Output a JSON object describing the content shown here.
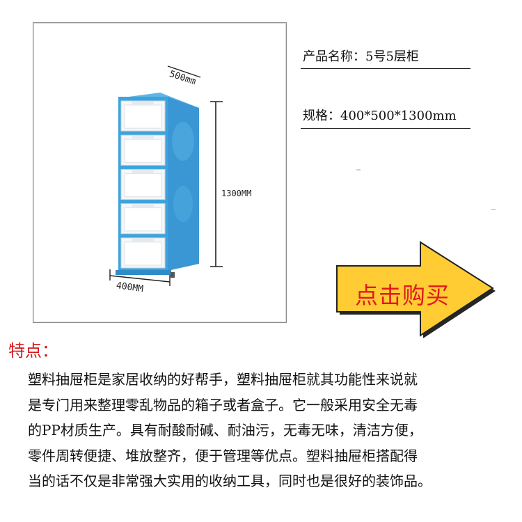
{
  "product": {
    "name_line": "产品名称：5号5层柜",
    "spec_line": "规格：400*500*1300mm"
  },
  "dimensions": {
    "depth": "500mm",
    "height": "1300MM",
    "width": "400MM"
  },
  "buy_button": {
    "label": "点击购买",
    "fill": "#ffcc33",
    "text_color": "#e0191e"
  },
  "cabinet": {
    "drawer_count": 5,
    "frame_color": "#3ea3dc",
    "drawer_color": "#f4f6f8"
  },
  "features": {
    "title": "特点：",
    "lines": [
      "塑料抽屉柜是家居收纳的好帮手，塑料抽屉柜就其功能性来说就",
      "是专门用来整理零乱物品的箱子或者盒子。它一般采用安全无毒",
      "的PP材质生产。具有耐酸耐碱、耐油污，无毒无味，清洁方便，",
      "零件周转便捷、堆放整齐，便于管理等优点。塑料抽屉柜搭配得",
      "当的话不仅是非常强大实用的收纳工具，同时也是很好的装饰品。"
    ],
    "title_color": "#d5191c"
  }
}
